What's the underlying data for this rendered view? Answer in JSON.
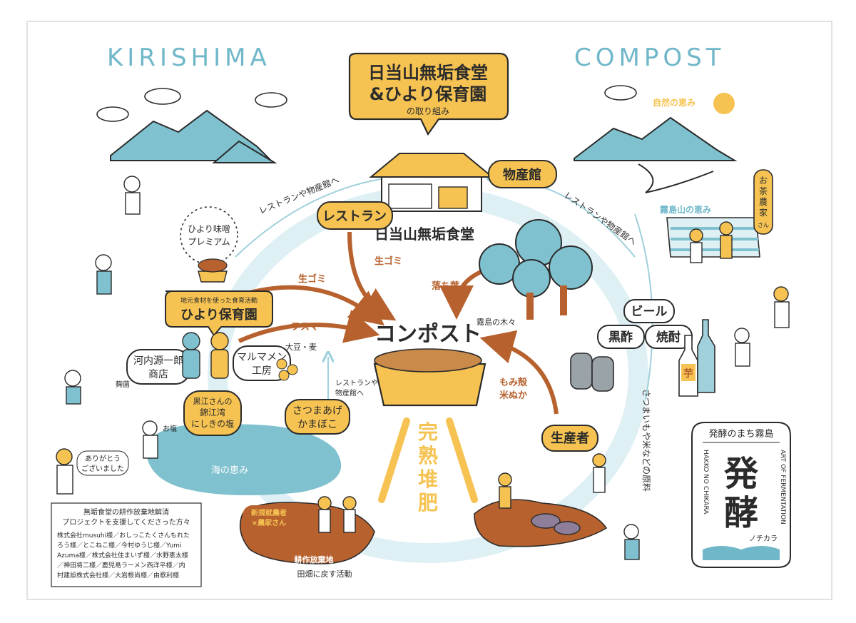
{
  "header": {
    "title_left": "KIRISHIMA",
    "title_right": "COMPOST"
  },
  "center_bubble": {
    "line1": "日当山無垢食堂",
    "line2": "&ひより保育園",
    "line3": "の取り組み"
  },
  "nodes": {
    "compost": "コンポスト",
    "kanjuku": [
      "完",
      "熟",
      "堆",
      "肥"
    ],
    "restaurant": "レストラン",
    "bussankan": "物産館",
    "shokudo": "日当山無垢食堂",
    "hiyori_sub": "地元食材を使った食育活動",
    "hiyori": "ひより保育園",
    "hiyori_miso": [
      "ひより味噌",
      "プレミアム"
    ],
    "kawachi": [
      "河内源一郎",
      "商店"
    ],
    "marumamen": [
      "マルマメン",
      "工房"
    ],
    "kuroe": [
      "黒江さんの",
      "錦江湾",
      "にしきの塩"
    ],
    "satsumaage": [
      "さつまあげ",
      "かまぼこ"
    ],
    "seisansha": "生産者",
    "beer": "ビール",
    "kurozu": "黒酢",
    "shochu": "焼酎",
    "imo": "芋",
    "ocha": [
      "お",
      "茶",
      "農",
      "家",
      "さん"
    ],
    "shinki": [
      "新規就農者",
      "×農家さん"
    ],
    "kousaku": "耕作放棄地",
    "tahata": "田畑に戻す活動"
  },
  "labels": {
    "namagomi": "生ゴミ",
    "fusuma": "フスマ",
    "ochiba": "落ち葉",
    "momigara": [
      "もみ殻",
      "米ぬか"
    ],
    "daizu": "大豆・麦",
    "kiri_trees": "霧島の木々",
    "shizen": "自然の恵み",
    "kiri_megumi": "霧島山の恵み",
    "umi": "海の恵み",
    "kouji": "麹菌",
    "oshio": "お塩",
    "arigato": [
      "ありがとう",
      "ございました"
    ],
    "arrow_left": "レストランや物産館へ",
    "arrow_right": "レストランや物産館へ",
    "arrow_mid": [
      "レストランや",
      "物産館へ"
    ],
    "arrow_vertical": "さつまいもや米などの原料"
  },
  "thanks_box": {
    "heading": [
      "無垢食堂の耕作放棄地解消",
      "プロジェクトを支援してくださった方々"
    ],
    "lines": [
      "株式会社musuhi様／おしっこたくさんもれた",
      "ろう様／とこねこ様／今村ゆうじ様／Yumi",
      "Azuma様／株式会社住まいず様／水野恵太様",
      "／神田将二様／鹿児島ラーメン西洋平様／内",
      "村建設株式会社様／大岩根尚様／由歌利様"
    ]
  },
  "logo": {
    "top": "発酵のまち霧島",
    "kanji1": "発",
    "kanji2": "酵",
    "left_vertical": "HAKKO NO CHIKARA",
    "right_vertical": "ART OF FERMENTATION",
    "sub": "ノチカラ"
  },
  "colors": {
    "teal": "#6fb7c9",
    "yellow": "#f6c352",
    "brown": "#b7622e",
    "ink": "#2b2b2b",
    "cycle": "#e2f1f5"
  }
}
